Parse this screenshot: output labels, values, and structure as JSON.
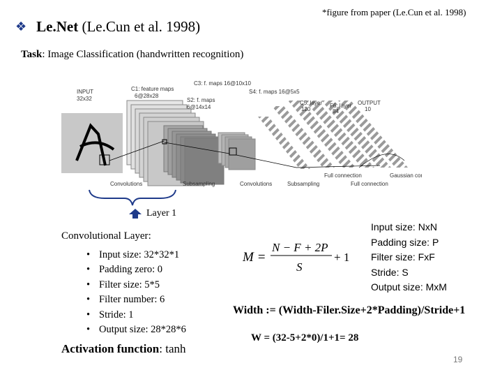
{
  "figure_credit": "*figure from paper (Le.Cun et al. 1998)",
  "title": {
    "bullet": "❖",
    "name": "Le.Net",
    "citation": " (Le.Cun et al. 1998)"
  },
  "task": {
    "label": "Task",
    "text": ": Image Classification (handwritten recognition)"
  },
  "figure": {
    "input_label": "INPUT",
    "input_size": "32x32",
    "c1_label": "C1: feature maps",
    "c1_size": "6@28x28",
    "s2_label": "S2: f. maps",
    "s2_size": "6@14x14",
    "c3_label": "C3: f. maps 16@10x10",
    "s4_label": "S4: f. maps 16@5x5",
    "c5_label": "C5: layer",
    "c5_size": "120",
    "f6_label": "F6: layer",
    "f6_size": "84",
    "output_label": "OUTPUT",
    "output_size": "10",
    "op_convolutions_1": "Convolutions",
    "op_subsampling_1": "Subsampling",
    "op_convolutions_2": "Convolutions",
    "op_subsampling_2": "Subsampling",
    "op_full_connection_1": "Full connection",
    "op_full_connection_2": "Full connection",
    "op_gaussian": "Gaussian connections"
  },
  "layer1_label": "Layer 1",
  "conv_layer": {
    "heading_label": "Convolutional Layer",
    "heading_suffix": ":",
    "items": [
      "Input size: 32*32*1",
      "Padding zero: 0",
      "Filter size: 5*5",
      "Filter number: 6",
      "Stride: 1",
      "Output size: 28*28*6"
    ]
  },
  "activation": {
    "label": "Activation function",
    "value": ": tanh"
  },
  "formula": {
    "lhs": "M =",
    "numerator": "N − F + 2P",
    "denominator": "S",
    "plus": "+ 1"
  },
  "params": [
    "Input size: NxN",
    "Padding size: P",
    "Filter size: FxF",
    "Stride: S",
    "Output size: MxM"
  ],
  "width_equation": "Width := (Width-Filer.Size+2*Padding)/Stride+1",
  "w_equation": "W = (32-5+2*0)/1+1= 28",
  "page_number": "19",
  "colors": {
    "bullet": "#1e3a8a",
    "page_number": "#7a7a7a"
  }
}
